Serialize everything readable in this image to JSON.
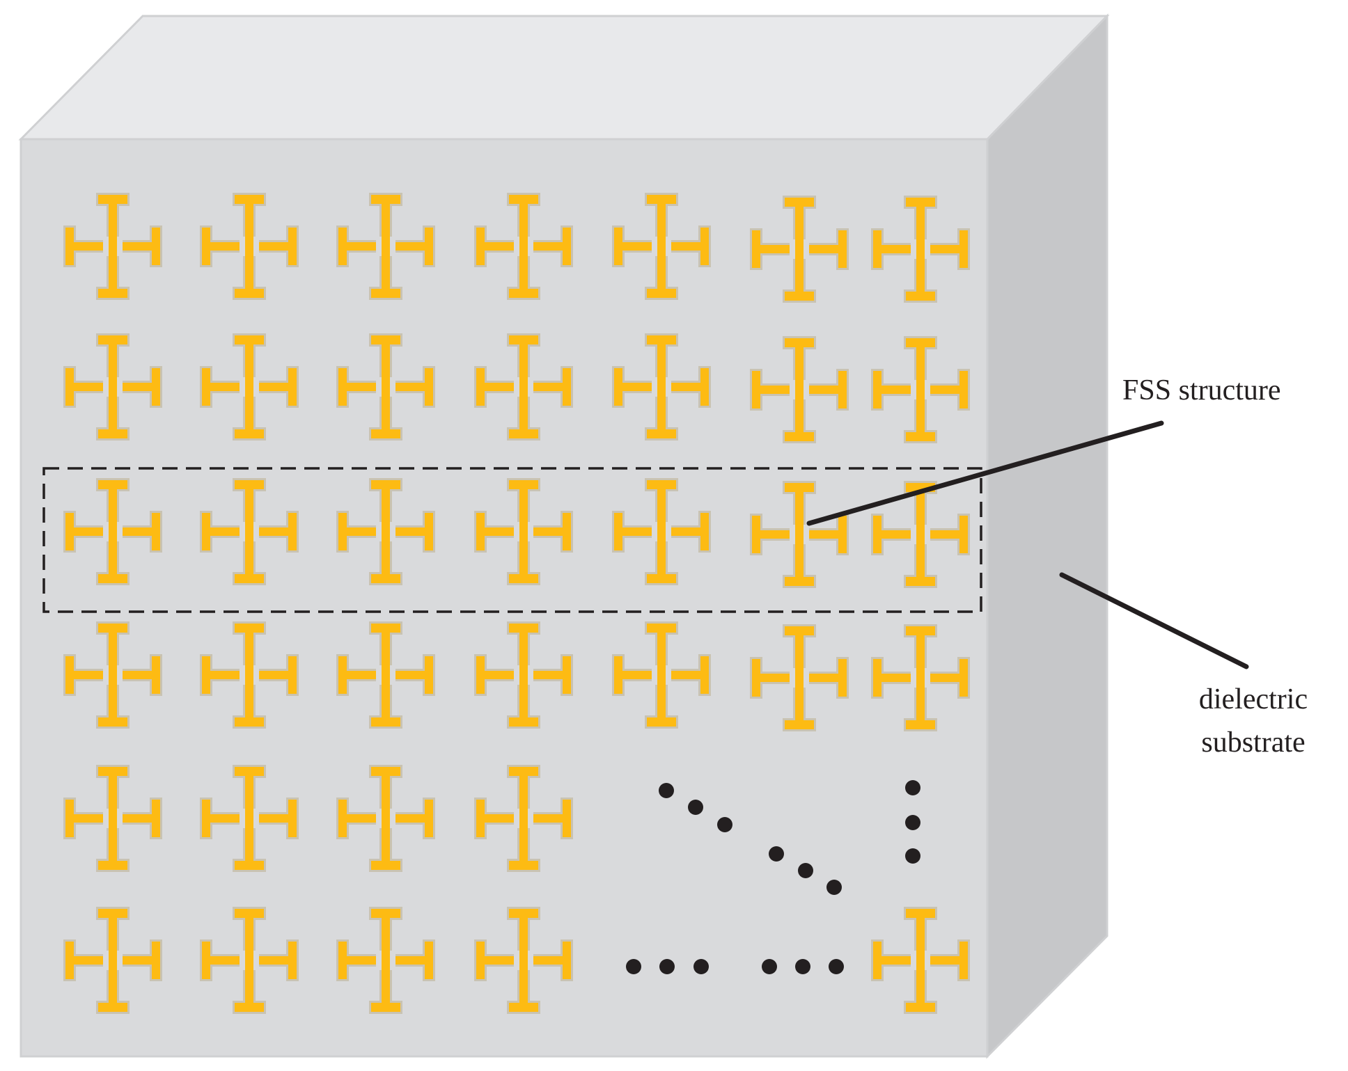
{
  "labels": {
    "fss_structure": "FSS structure",
    "dielectric_line1": "dielectric",
    "dielectric_line2": "substrate"
  },
  "colors": {
    "top_face": "#e8e9eb",
    "front_face": "#d9dadc",
    "side_face": "#c6c7c9",
    "face_edge": "#cfd0d2",
    "unit_cell": "#fdbb13",
    "unit_cell_shadow": "#c9c3b2",
    "lines": "#231f20",
    "dashed_box": "#231f20"
  },
  "array": {
    "rows": 6,
    "columns": 7,
    "omitted_region": "bottom-right block, indicated by ellipsis dots",
    "highlighted_row": 3
  },
  "icons": [
    "cross-dipole-unit-cell-icon",
    "ellipsis-dots-icon"
  ]
}
